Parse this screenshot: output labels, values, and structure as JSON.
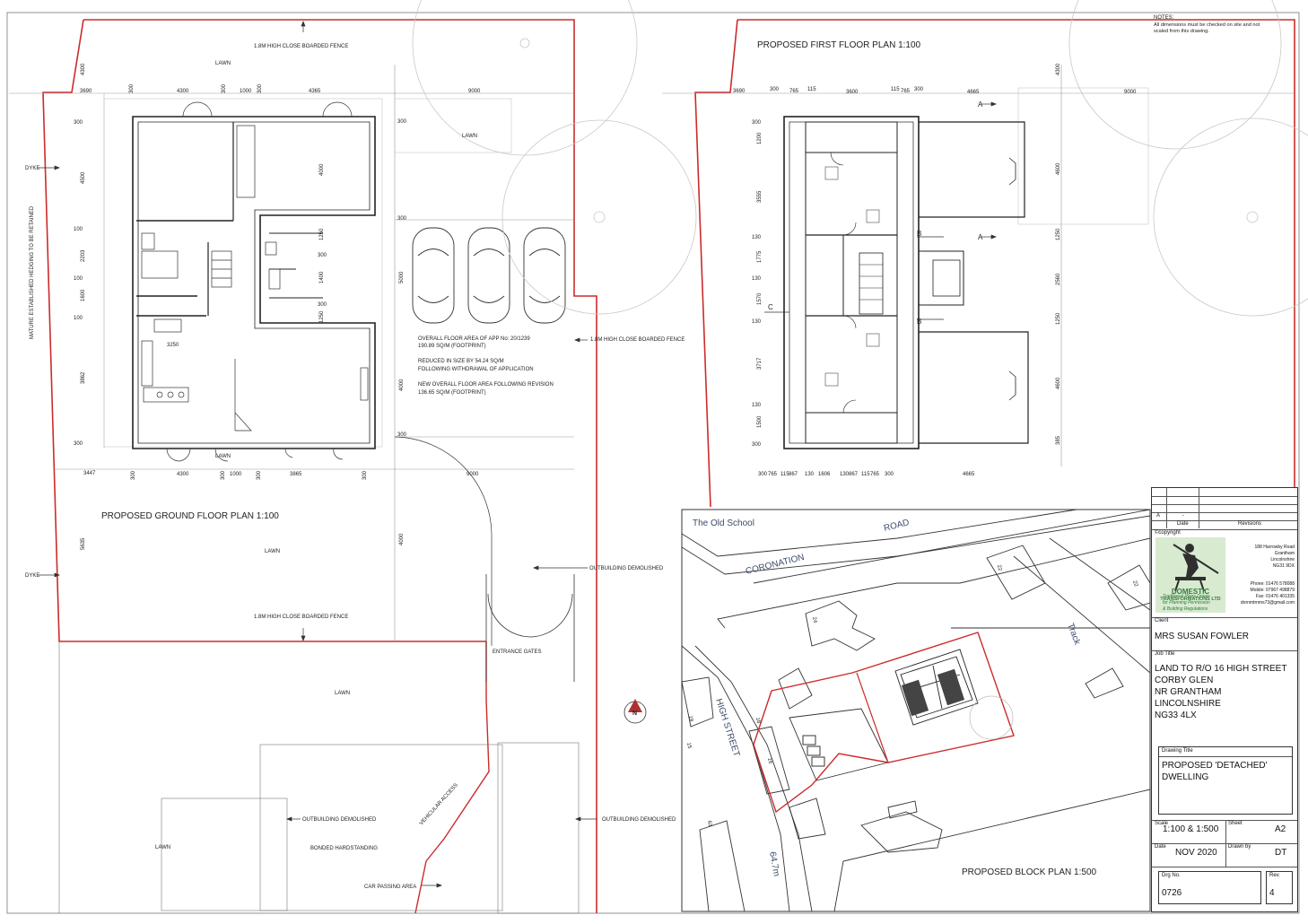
{
  "notes": {
    "heading": "NOTES:",
    "line1": "All dimensions must be checked on site and not",
    "line2": "scaled from this drawing."
  },
  "ground_floor": {
    "title": "PROPOSED GROUND FLOOR PLAN  1:100",
    "lawn_top": "LAWN",
    "lawn_right": "LAWN",
    "lawn_front": "LAWN",
    "lawn_lower": "LAWN",
    "lawn_bottom_left": "LAWN",
    "fence_top": "1.8M HIGH CLOSE BOARDED FENCE",
    "fence_right": "1.8M HIGH CLOSE BOARDED FENCE",
    "fence_bottom": "1.8M HIGH CLOSE BOARDED FENCE",
    "dyke_1": "DYKE",
    "dyke_2": "DYKE",
    "hedging": "MATURE ESTABLISHED HEDGING TO BE RETAINED",
    "area_note_1a": "OVERALL FLOOR AREA OF APP No: 20/1239",
    "area_note_1b": "190.89 SQ/M (FOOTPRINT)",
    "area_note_2a": "REDUCED IN SIZE BY 54.24 SQ/M",
    "area_note_2b": "FOLLOWING WITHDRAWAL OF APPLICATION",
    "area_note_3a": "NEW OVERALL FLOOR AREA FOLLOWING REVISION",
    "area_note_3b": "136.65 SQ/M (FOOTPRINT)",
    "outbuilding_1": "OUTBUILDING DEMOLISHED",
    "outbuilding_2": "OUTBUILDING DEMOLISHED",
    "outbuilding_3": "OUTBUILDING DEMOLISHED",
    "entrance_gates": "ENTRANCE GATES",
    "vehicular_access": "VEHICULAR ACCESS",
    "bonded_hardstanding": "BONDED HARDSTANDING",
    "car_passing": "CAR PASSING AREA",
    "dims_top": [
      "3690",
      "300",
      "4300",
      "300",
      "1000",
      "300",
      "4365",
      "9000"
    ],
    "dims_bottom": [
      "3447",
      "300",
      "4300",
      "300",
      "1000",
      "300",
      "3865",
      "300",
      "9000"
    ],
    "dims_left": [
      "4300",
      "300",
      "4500",
      "100",
      "2203",
      "100",
      "1600",
      "100",
      "3862",
      "300",
      "5635"
    ],
    "dims_mid": [
      "4000",
      "1250",
      "300",
      "1400",
      "300",
      "1250",
      "4000",
      "5000",
      "4000"
    ],
    "dims_right": [
      "300",
      "300",
      "300"
    ],
    "kitchen_dim": "3250"
  },
  "first_floor": {
    "title": "PROPOSED FIRST FLOOR PLAN  1:100",
    "dims_top": [
      "3690",
      "300",
      "765",
      "115",
      "3600",
      "115",
      "765",
      "300",
      "4665",
      "9000"
    ],
    "dims_bottom": [
      "300",
      "765",
      "115",
      "867",
      "130",
      "1606",
      "130",
      "867",
      "115",
      "765",
      "300",
      "4665"
    ],
    "dims_left": [
      "300",
      "1200",
      "3555",
      "130",
      "1775",
      "130",
      "1570",
      "130",
      "3717",
      "130",
      "1500",
      "300"
    ],
    "dims_right": [
      "4300",
      "4600",
      "1250",
      "2560",
      "1250",
      "4600",
      "385"
    ],
    "section_marks": [
      "A",
      "A",
      "B",
      "B",
      "C"
    ]
  },
  "block_plan": {
    "title": "PROPOSED BLOCK PLAN  1:500",
    "the_old_school": "The Old School",
    "coronation_road": "CORONATION",
    "road": "ROAD",
    "track": "Track",
    "high_street": "HIGH STREET",
    "level": "64.7m",
    "house_numbers": [
      "22",
      "24",
      "22",
      "19",
      "18",
      "15",
      "16",
      "63"
    ]
  },
  "north_symbol": "N",
  "title_block": {
    "rev_letter": "A",
    "rev_dash": "-",
    "date_label": "Date",
    "revisions_label": "Revisions",
    "copyright": "©copyright",
    "company_name_1": "DOMESTIC",
    "company_name_2": "TRANSFORMATIONS LTD",
    "tagline_1": "Traditional Plans Drawn",
    "tagline_2": "for Planning Permission",
    "tagline_3": "& Building Regulations",
    "address_1": "188 Harrowby Road",
    "address_2": "Grantham",
    "address_3": "Lincolnshire",
    "address_4": "NG31 9DX",
    "phone": "Phone: 01476 578088",
    "mobile": "Mobile: 07967 498879",
    "fax": "Fax: 01476 401335",
    "email": "dornmtrnms73@gmail.com",
    "client_label": "Client",
    "client": "MRS SUSAN FOWLER",
    "job_title_label": "Job Title",
    "job_1": "LAND TO R/O 16 HIGH STREET",
    "job_2": "CORBY GLEN",
    "job_3": "NR GRANTHAM",
    "job_4": "LINCOLNSHIRE",
    "job_5": "NG33 4LX",
    "drawing_title_label": "Drawing Title",
    "drawing_title_1": "PROPOSED 'DETACHED'",
    "drawing_title_2": "DWELLING",
    "scale_label": "Scale",
    "scale": "1:100 & 1:500",
    "sheet_label": "Sheet",
    "sheet": "A2",
    "date_label_2": "Date",
    "date": "NOV 2020",
    "drawn_label": "Drawn by",
    "drawn": "DT",
    "dwg_label": "Drg No.",
    "dwg": "0726",
    "rev_label": "Rev.",
    "rev": "4"
  },
  "colors": {
    "boundary": "#cc2b2b",
    "line": "#333333",
    "light_line": "#9a9a9a",
    "tree": "#c8c8c8",
    "logo_bg": "#d8ead0",
    "logo_green": "#2f7d3a"
  }
}
